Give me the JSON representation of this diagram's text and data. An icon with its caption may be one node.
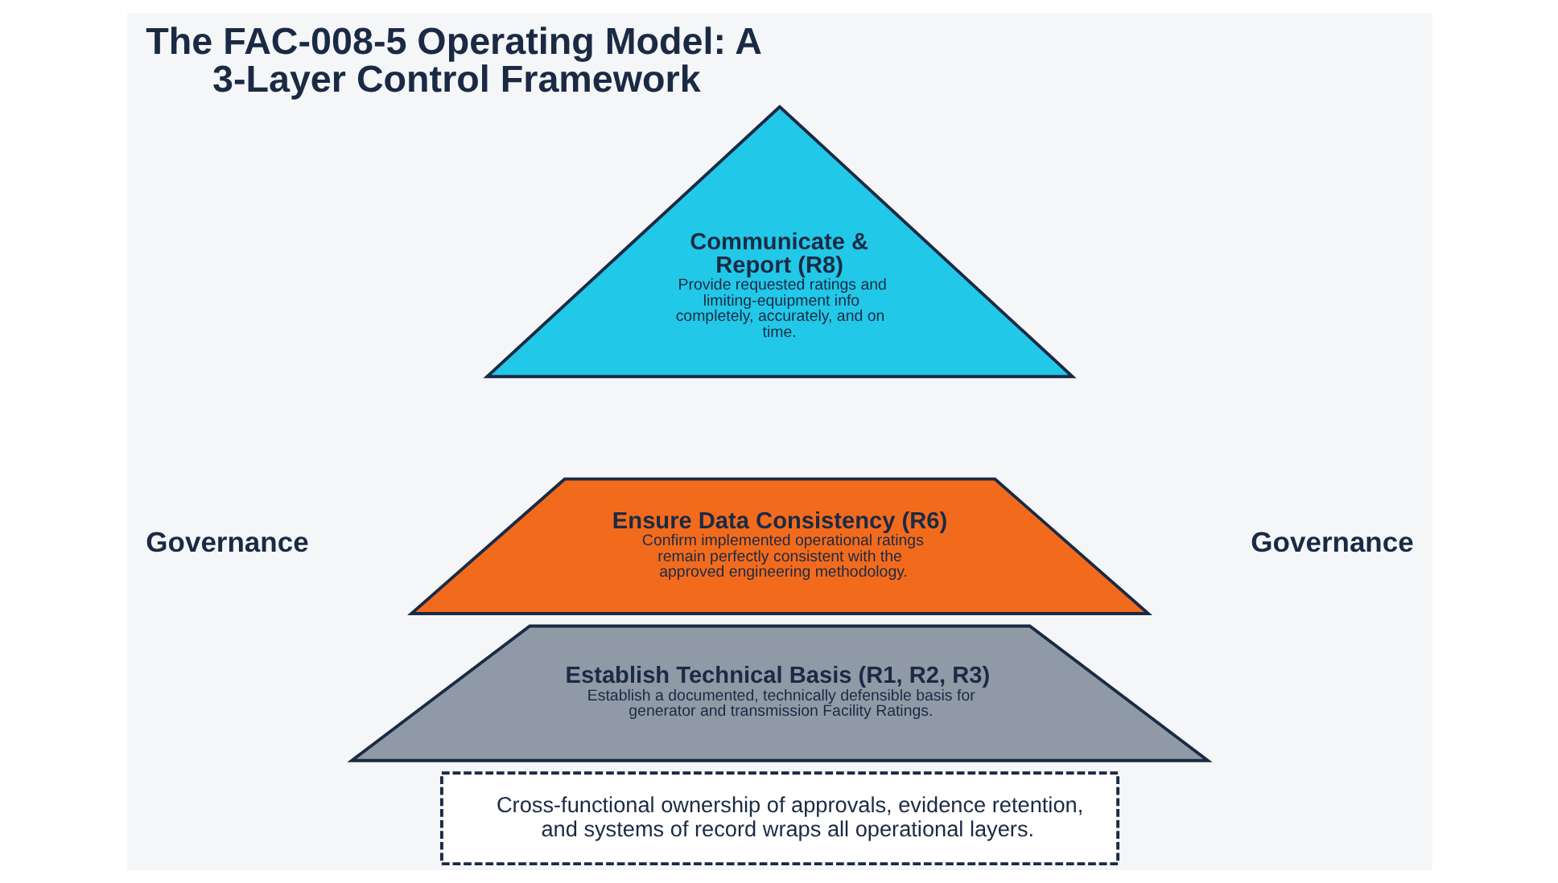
{
  "diagram": {
    "title": "The FAC-008-5 Operating Model: A 3-Layer Control Framework",
    "nodes": [
      {
        "text": [
          "Communicate & Report (R8)",
          "Provide requested ratings and limiting-equipment info completely, accurately, and on time."
        ]
      },
      {
        "text": [
          "Ensure Data Consistency (R6)",
          "Confirm implemented operational ratings remain perfectly consistent with the approved engineering methodology."
        ]
      },
      {
        "text": [
          "Establish Technical Basis (R1, R2, R3)",
          "Establish a documented, technically defensible basis for generator and transmission Facility Ratings."
        ]
      },
      {
        "text": [
          "Cross-functional ownership of approvals, evidence retention, and systems of record wraps all operational layers."
        ]
      }
    ],
    "edges": [],
    "labels": [
      "Governance",
      "Governance"
    ]
  }
}
